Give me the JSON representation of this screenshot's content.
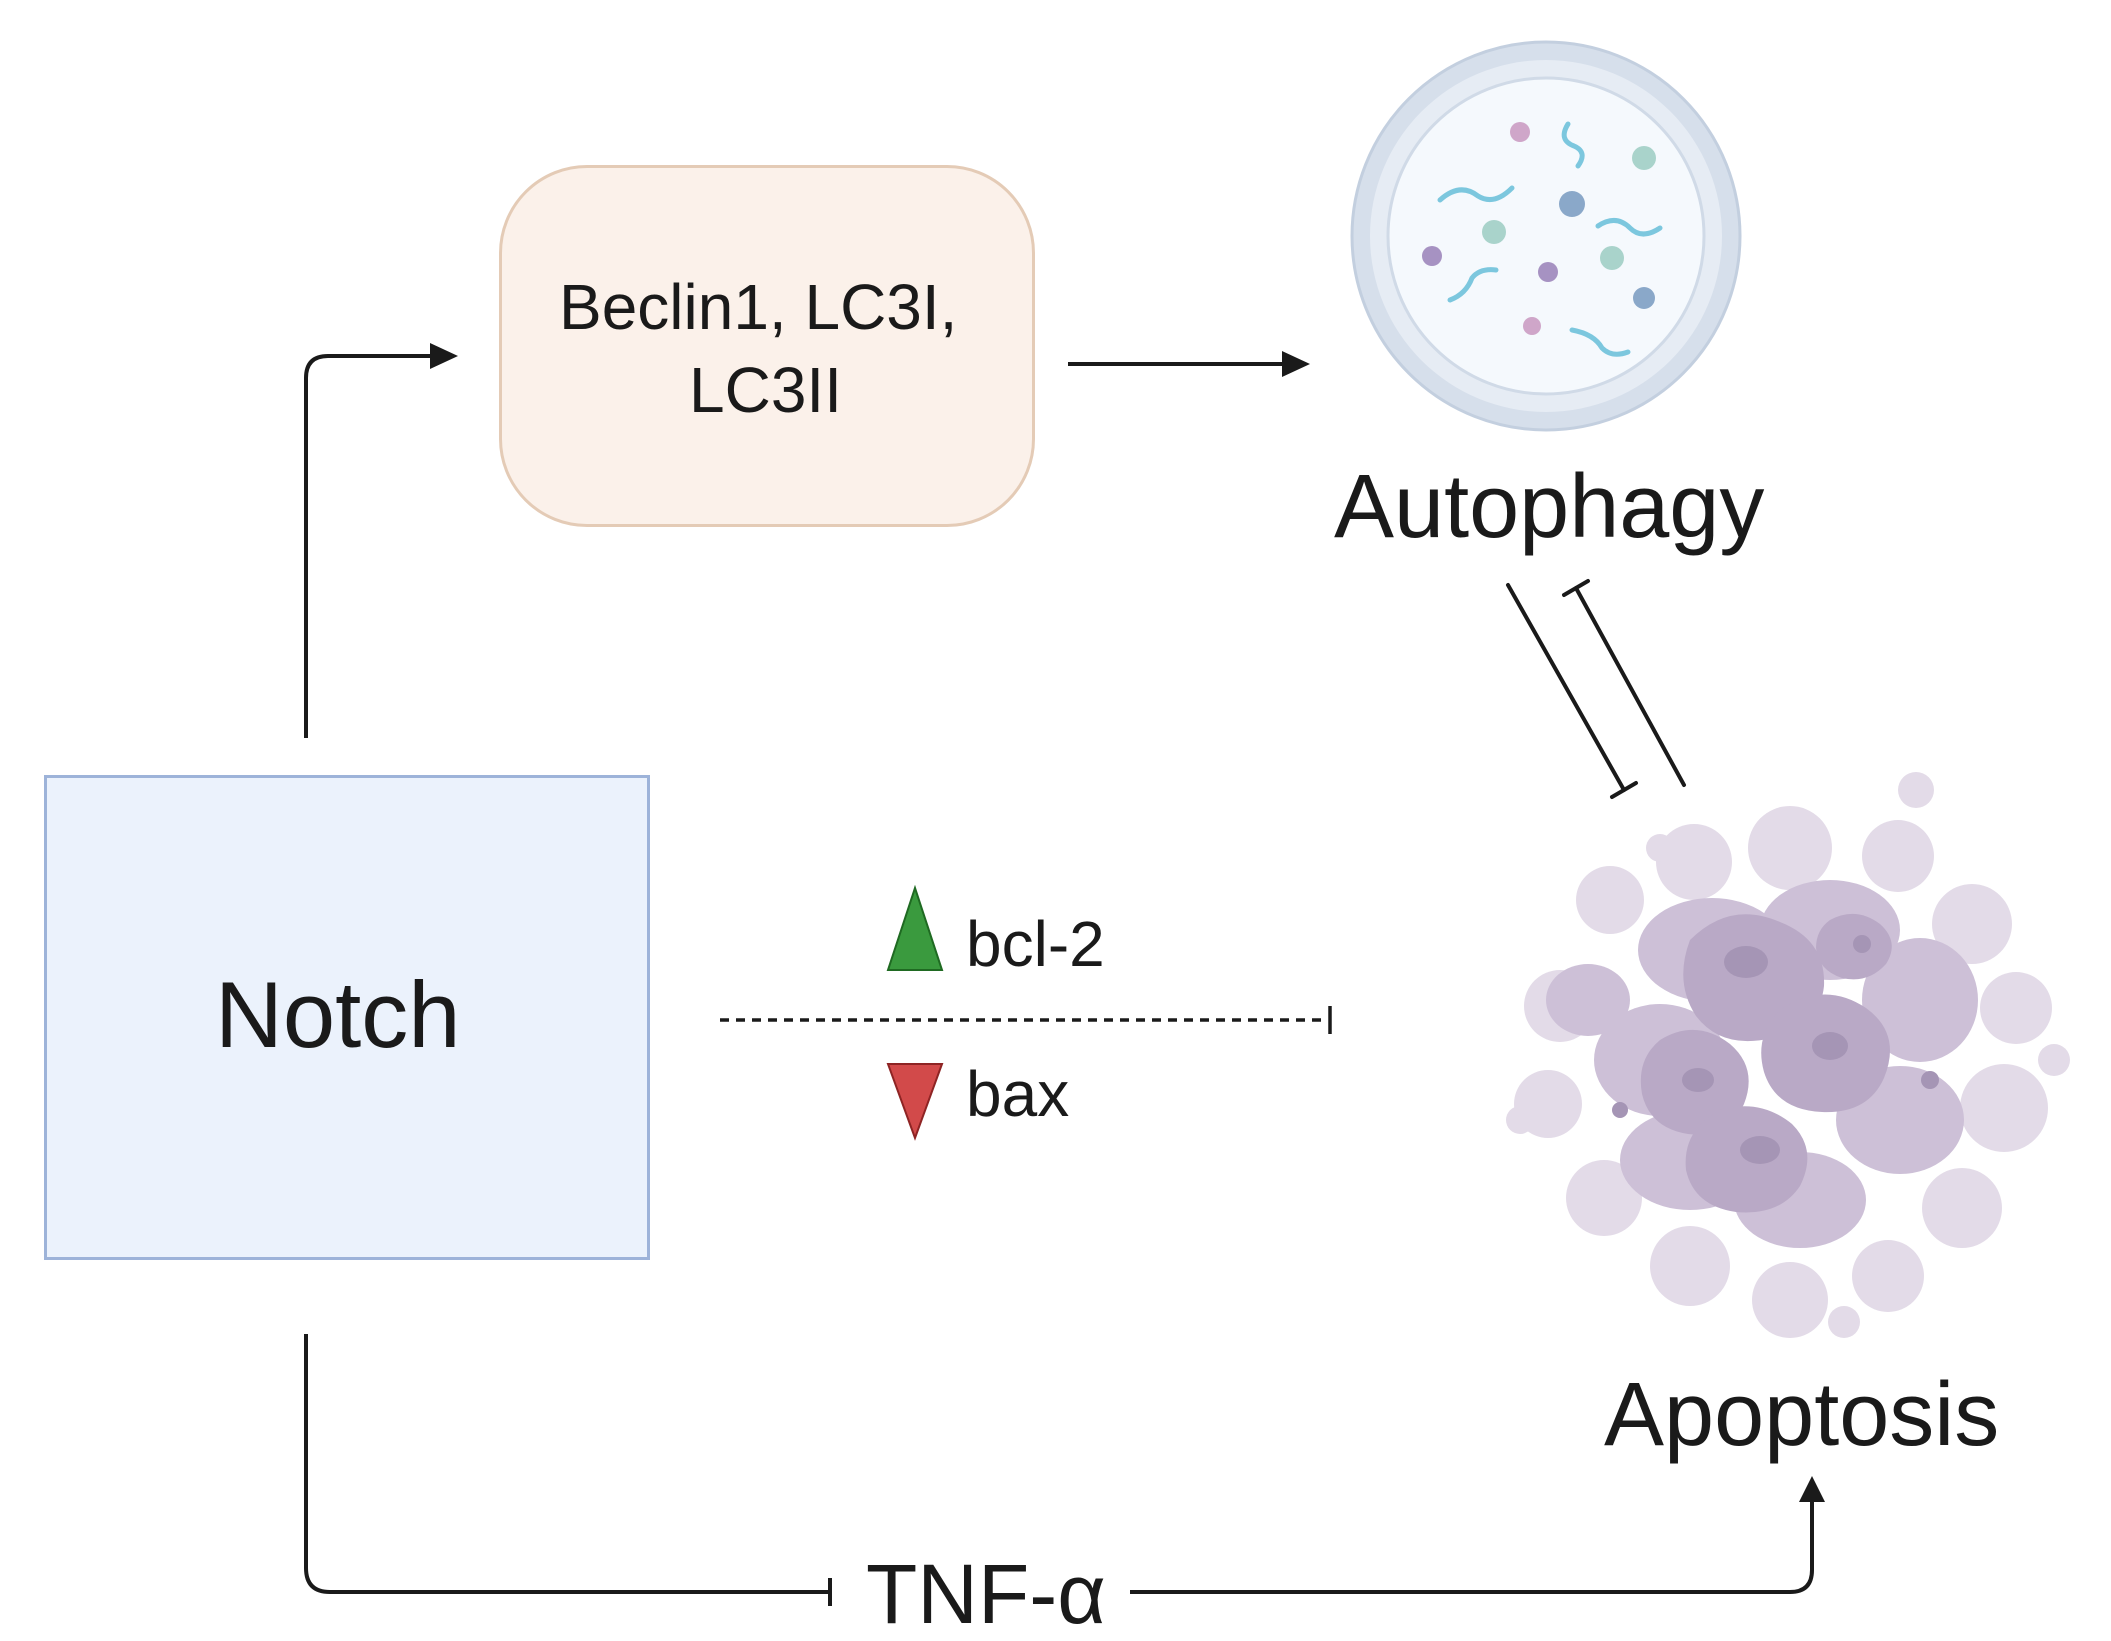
{
  "nodes": {
    "notch": "Notch",
    "markers_line1": "Beclin1, LC3I,",
    "markers_line2": "LC3II",
    "autophagy": "Autophagy",
    "apoptosis": "Apoptosis",
    "bcl2": "bcl-2",
    "bax": "bax",
    "tnf": "TNF-α"
  },
  "colors": {
    "up_arrow": "#3a9a3e",
    "down_arrow": "#d24a4a",
    "notch_fill": "#ebf2fc",
    "notch_border": "#9db3d9",
    "marker_fill": "#fbf1ea",
    "marker_border": "#e4cbb6",
    "cell_purple": "#b9a9c6",
    "dish_blue": "#d6dfeb"
  },
  "icons": {
    "autophagy": "petri-dish-icon",
    "apoptosis": "apoptotic-cell-cluster-icon"
  }
}
